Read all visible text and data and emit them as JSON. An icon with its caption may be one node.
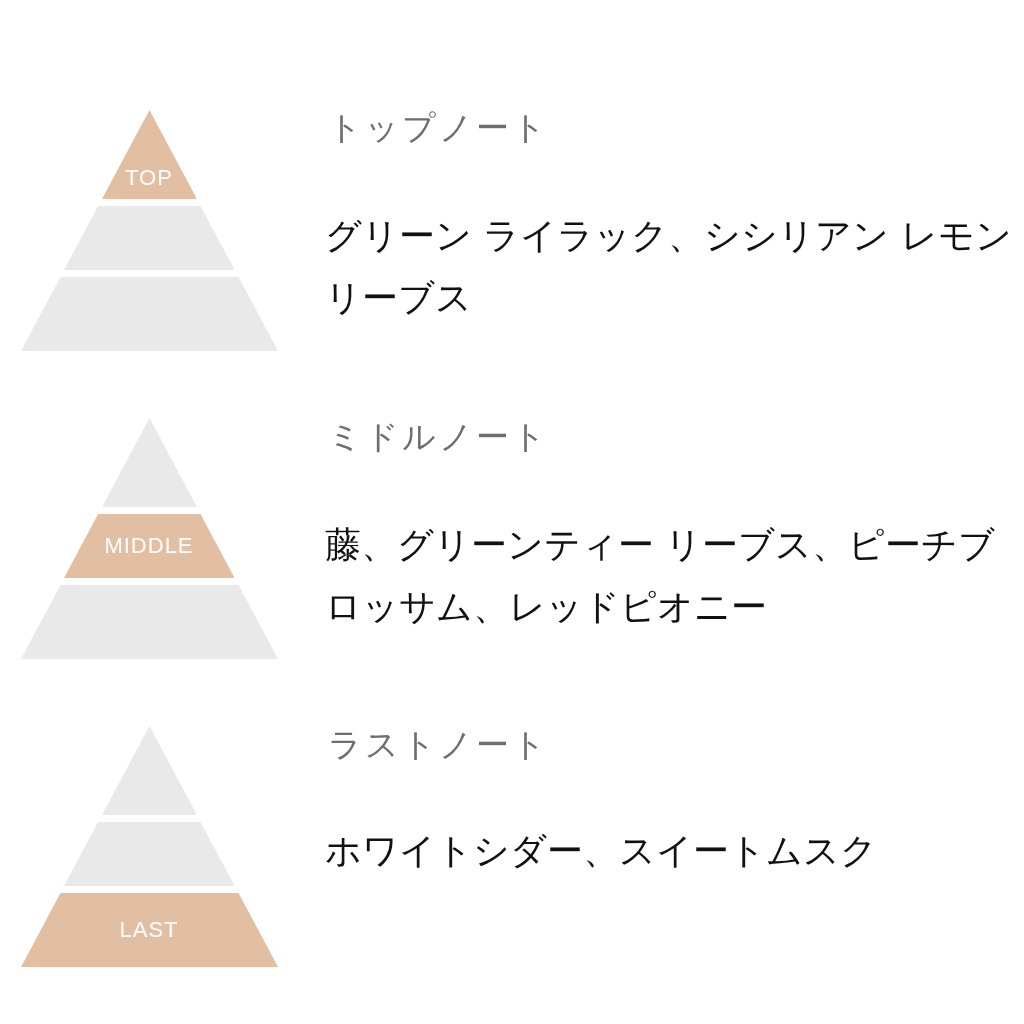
{
  "diagram": {
    "nodes": [
      {
        "text": [
          "TOP"
        ]
      },
      {
        "text": [],
        "shape": "trapezoid"
      },
      {
        "text": [],
        "shape": "trapezoid"
      },
      {
        "text": [],
        "shape": "triangle"
      },
      {
        "text": [
          "MIDDLE"
        ]
      },
      {
        "text": [],
        "shape": "trapezoid"
      },
      {
        "text": [],
        "shape": "triangle"
      },
      {
        "text": [],
        "shape": "trapezoid"
      },
      {
        "text": [
          "LAST"
        ]
      }
    ],
    "labels": [
      "トップノート",
      "グリーン ライラック、シシリアン レモンリーブス",
      "ミドルノート",
      "藤、グリーンティー リーブス、ピーチブロッサム、レッドピオニー",
      "ラストノート",
      "ホワイトシダー、スイートムスク"
    ]
  }
}
